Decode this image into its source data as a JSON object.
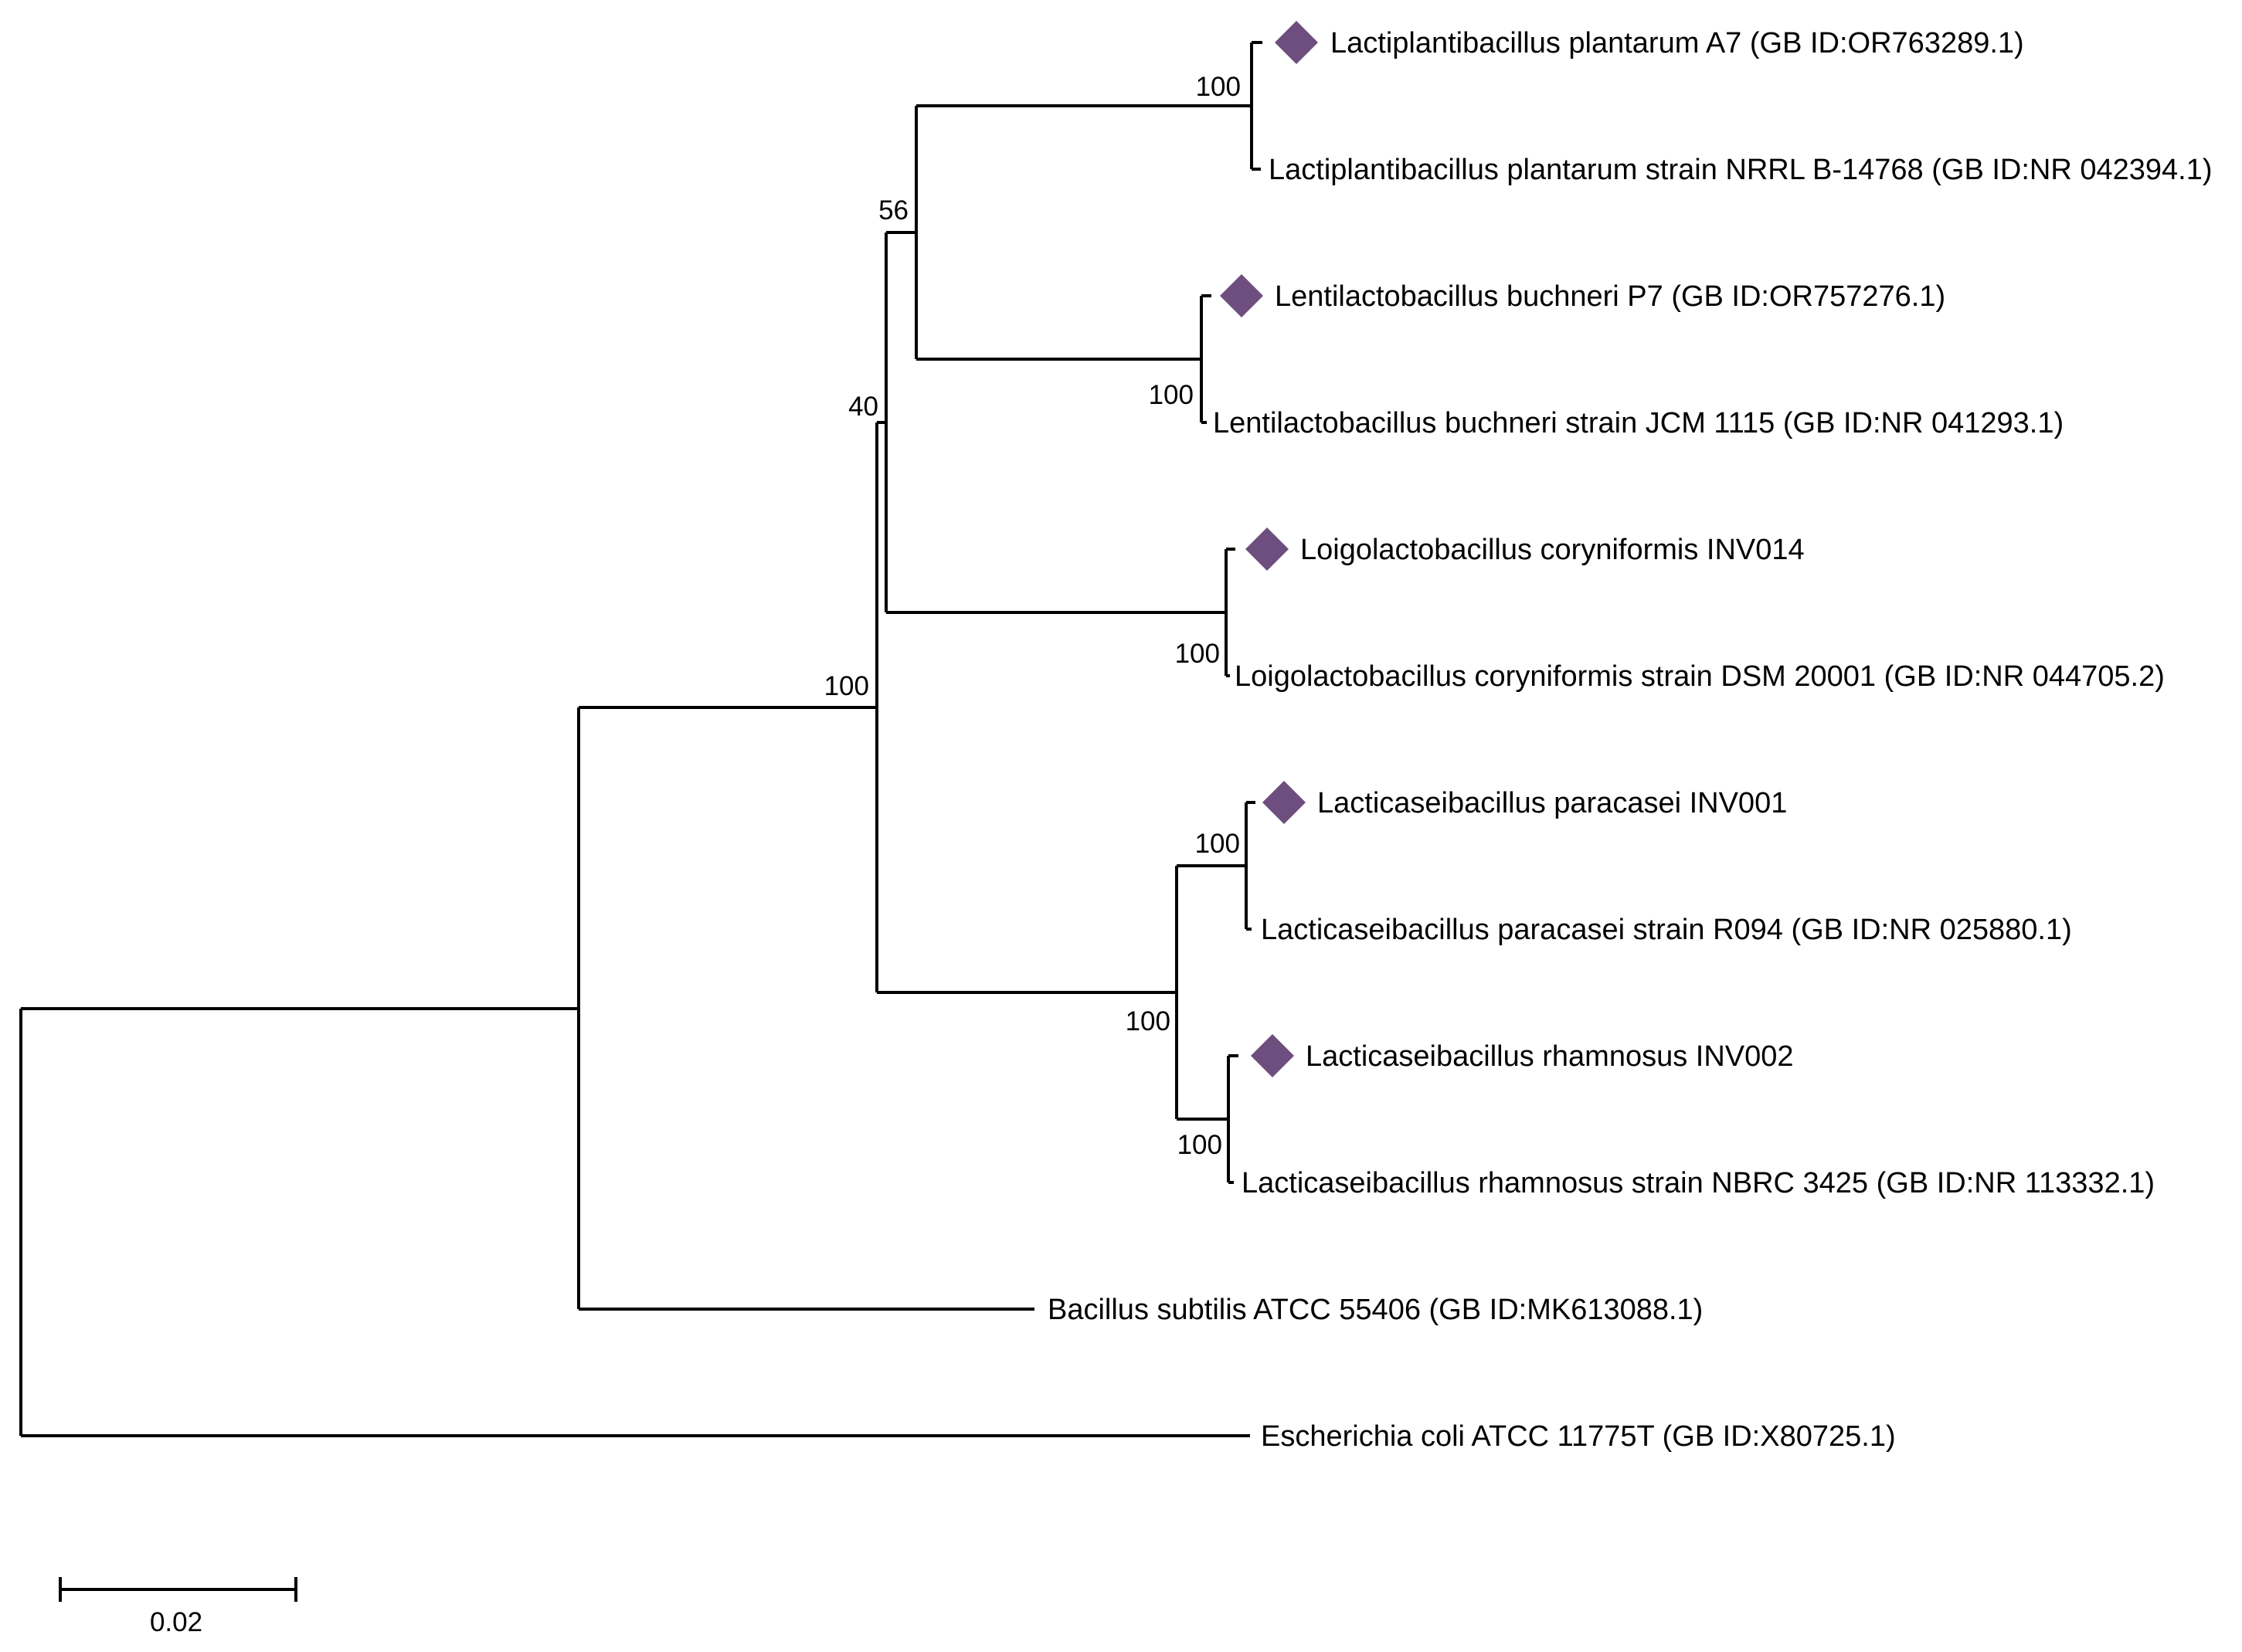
{
  "figure": {
    "type": "phylogenetic_tree",
    "description": "16S rRNA phylogenetic tree of lactic acid bacteria isolates with reference strains"
  },
  "colors": {
    "marker": "#6d4e7e",
    "line": "#000000",
    "text": "#000000"
  },
  "tree": {
    "leaves": [
      {
        "label": "Lactiplantibacillus plantarum A7 (GB ID:OR763289.1)",
        "marker": true
      },
      {
        "label": "Lactiplantibacillus plantarum strain NRRL B-14768 (GB ID:NR 042394.1)",
        "marker": false
      },
      {
        "label": "Lentilactobacillus buchneri P7 (GB ID:OR757276.1)",
        "marker": true
      },
      {
        "label": "Lentilactobacillus buchneri strain JCM 1115 (GB ID:NR 041293.1)",
        "marker": false
      },
      {
        "label": "Loigolactobacillus coryniformis INV014",
        "marker": true
      },
      {
        "label": "Loigolactobacillus coryniformis strain DSM 20001 (GB ID:NR 044705.2)",
        "marker": false
      },
      {
        "label": "Lacticaseibacillus paracasei INV001",
        "marker": true
      },
      {
        "label": "Lacticaseibacillus paracasei strain R094 (GB ID:NR 025880.1)",
        "marker": false
      },
      {
        "label": "Lacticaseibacillus rhamnosus INV002",
        "marker": true
      },
      {
        "label": "Lacticaseibacillus rhamnosus strain NBRC 3425 (GB ID:NR 113332.1)",
        "marker": false
      },
      {
        "label": "Bacillus subtilis ATCC 55406 (GB ID:MK613088.1)",
        "marker": false
      },
      {
        "label": "Escherichia coli ATCC 11775T (GB ID:X80725.1)",
        "marker": false
      }
    ],
    "bootstraps": {
      "plantarum_pair": "100",
      "plantarum_buchneri_clade": "56",
      "buchneri_pair": "100",
      "lab_inner_clade": "40",
      "coryniformis_pair": "100",
      "lab_clade": "100",
      "paracasei_pair": "100",
      "casei_clade": "100",
      "rhamnosus_pair": "100"
    }
  },
  "scale_bar": {
    "label": "0.02"
  }
}
